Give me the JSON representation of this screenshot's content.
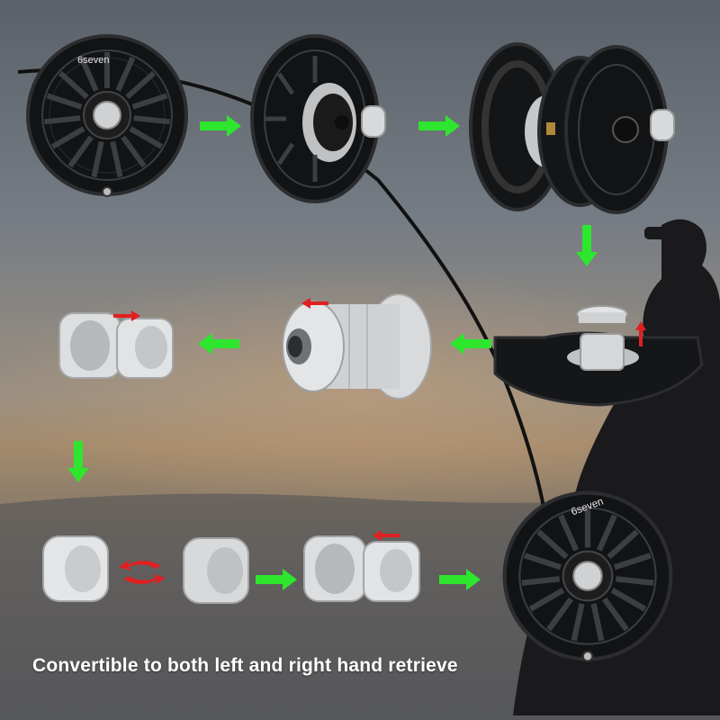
{
  "brand": {
    "logo_top": "6seven",
    "logo_bottom": "6seven"
  },
  "caption": "Convertible to both left and right hand retrieve",
  "colors": {
    "arrow_green": "#2ee62e",
    "arrow_red": "#e02020",
    "reel_black": "#151617",
    "spool_silver": "#d2d4d6"
  },
  "icons": [
    "arrow-right-icon",
    "arrow-left-icon",
    "arrow-down-icon",
    "arrow-up-icon",
    "swap-arrows-icon"
  ]
}
